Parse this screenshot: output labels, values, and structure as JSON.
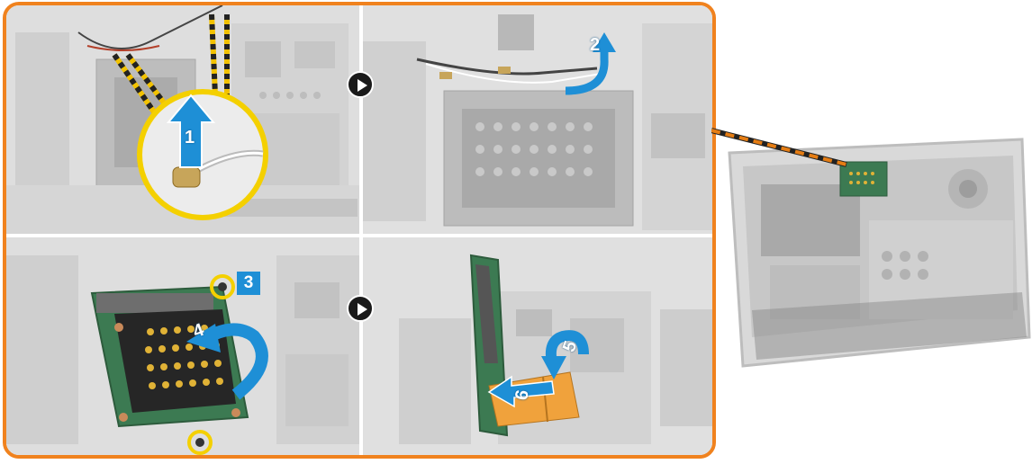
{
  "steps": {
    "s1": "1",
    "s2": "2",
    "s3": "3",
    "s4": "4",
    "s5": "5",
    "s6": "6"
  },
  "colors": {
    "frame": "#f0821e",
    "step_blue": "#1e8fd6",
    "highlight_ring": "#f4d000",
    "leader": "#e57d14"
  },
  "icons": {
    "next": "play-arrow-icon"
  }
}
